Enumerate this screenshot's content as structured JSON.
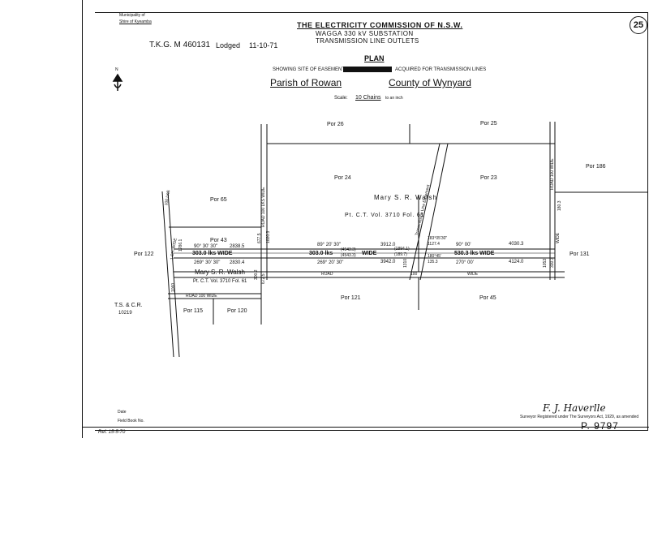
{
  "header": {
    "municipality_label": "Municipality of",
    "shire_label": "Shire of Kyeamba",
    "commission": "THE ELECTRICITY COMMISSION OF N.S.W.",
    "project_line1": "WAGGA 330 kV SUBSTATION",
    "project_line2": "TRANSMISSION LINE OUTLETS",
    "lodged_ref": "T.K.G. M 460131",
    "lodged_label": "Lodged",
    "lodged_date": "11-10-71",
    "sheet_number": "25"
  },
  "plan": {
    "title": "PLAN",
    "showing_prefix": "SHOWING SITE OF EASEMENT",
    "showing_suffix": "ACQUIRED FOR TRANSMISSION LINES",
    "parish": "Parish of Rowan",
    "county": "County of Wynyard",
    "scale_label": "Scale:",
    "scale_value": "10 Chains",
    "scale_suffix": "to an inch",
    "north_label": "N"
  },
  "portions": {
    "por26": "Por 26",
    "por25": "Por 25",
    "por24": "Por 24",
    "por23": "Por 23",
    "por65": "Por 65",
    "por186": "Por 186",
    "por43": "Por 43",
    "por122": "Por 122",
    "por131": "Por 131",
    "por121": "Por 121",
    "por45": "Por 45",
    "por115": "Por 115",
    "por120": "Por 120"
  },
  "owners": {
    "owner_main": "Mary S. R. Walsh",
    "ct_main": "Pt. C.T. Vol. 3710 Fol. 61",
    "owner_left": "Mary S. R. Walsh",
    "ct_left": "Pt. C.T. Vol. 3710 Fol. 61",
    "tsr": "T.S. & C.R.",
    "tsr_num": "10219"
  },
  "easement": {
    "width_left": "303.0 lks WIDE",
    "width_mid_value": "303.0 lks",
    "width_mid_label": "WIDE",
    "width_right": "530.3 lks WIDE",
    "bearing_top_left": "90° 30' 30\"",
    "dist_top_left": "2838.5",
    "bearing_bot_left": "269° 30' 30\"",
    "dist_bot_left": "2830.4",
    "bearing_top_mid": "89° 20' 30\"",
    "dist_top_mid": "3912.0",
    "bearing_bot_mid": "269° 20' 30\"",
    "dist_bot_mid": "3942.0",
    "bearing_top_right": "90° 00'",
    "dist_top_right": "4030.3",
    "bearing_bot_right": "270° 00'",
    "dist_bot_right": "4124.0",
    "mid_a": "(4543.3)",
    "mid_b": "(4543.3)",
    "mid_c": "(1894.1)",
    "mid_d": "(189.7)",
    "right_a": "183°05'30\"",
    "right_b": "1127.4",
    "right_c": "180°45'",
    "right_d": "135.3",
    "side_left_a": "1786.1",
    "side_left_b": "677.5",
    "side_mid_a": "1020.3",
    "side_mid_b": "672.5",
    "side_right_a": "330.3",
    "side_right_b": "1053",
    "side_c": "1310",
    "side_d": "300.2",
    "side_e": "180.3",
    "side_f": "1060"
  },
  "roads": {
    "road_wide_left": "1 CH. WIDE",
    "road_100_left": "100 LKS",
    "road_main": "ROAD",
    "road_100_mid": "100",
    "road_wide": "WIDE",
    "road_label_vert": "ROAD 100 LKS WIDE",
    "road_right_vert": "ROAD 100 WIDE",
    "road_bottom_left": "ROAD 100 WIDE",
    "road_w": "WIDE",
    "transmission_label": "Transmission Line Easement"
  },
  "footer": {
    "date_label": "Date",
    "field_book_label": "Field Book No.",
    "surveyor_signature": "F. J. Haverlle",
    "surveyor_text": "Surveyor Registered under The Surveyors Act, 1929, as amended",
    "plan_number": "P. 9797",
    "margin_note": "Ref. 15-5-70"
  }
}
